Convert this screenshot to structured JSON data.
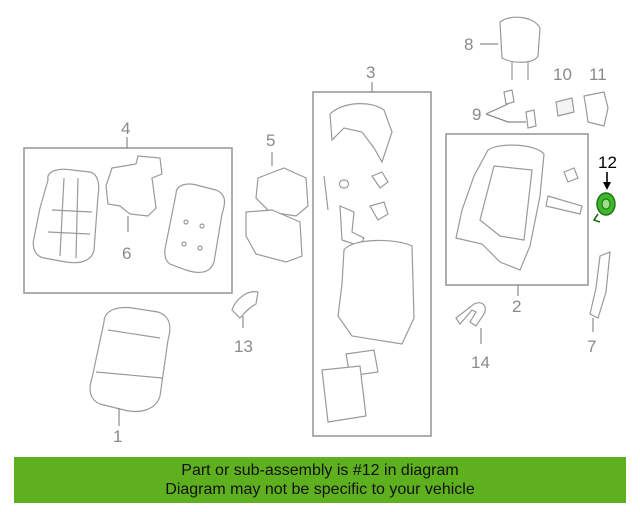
{
  "diagram": {
    "callouts": {
      "c1": "1",
      "c2": "2",
      "c3": "3",
      "c4": "4",
      "c5": "5",
      "c6": "6",
      "c7": "7",
      "c8": "8",
      "c9": "9",
      "c10": "10",
      "c11": "11",
      "c12": "12",
      "c13": "13",
      "c14": "14"
    },
    "highlight_part": "12",
    "colors": {
      "highlight": "#2e8b1e",
      "line": "#9a9a9a",
      "banner": "#5fb01f"
    }
  },
  "banner": {
    "line1": "Part or sub-assembly is #12 in diagram",
    "line2": "Diagram may not be specific to your vehicle"
  }
}
